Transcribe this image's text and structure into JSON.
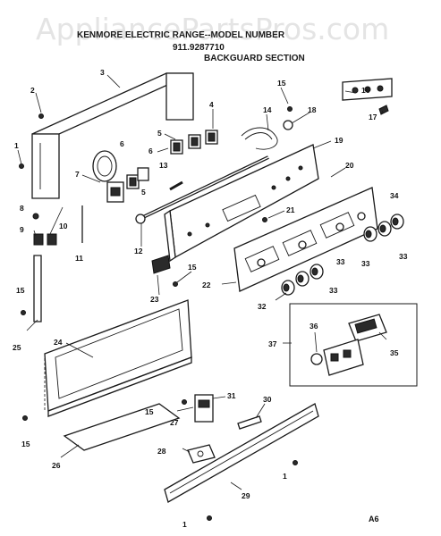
{
  "watermark": "AppliancePartsPros.com",
  "header": {
    "line1": "KENMORE ELECTRIC RANGE--MODEL NUMBER",
    "line2": "911.9287710",
    "line3": "BACKGUARD SECTION"
  },
  "callouts": {
    "c1a": "1",
    "c1b": "1",
    "c1c": "1",
    "c2": "2",
    "c3": "3",
    "c4": "4",
    "c5": "5",
    "c6a": "6",
    "c6b": "6",
    "c7": "7",
    "c8": "8",
    "c9": "9",
    "c10": "10",
    "c11": "11",
    "c12": "12",
    "c13": "13",
    "c14": "14",
    "c15a": "15",
    "c15b": "15",
    "c15c": "15",
    "c15d": "15",
    "c15e": "15",
    "c16": "16",
    "c17": "17",
    "c18": "18",
    "c19": "19",
    "c20": "20",
    "c21": "21",
    "c22": "22",
    "c23": "23",
    "c24": "24",
    "c25": "25",
    "c26": "26",
    "c27": "27",
    "c28": "28",
    "c29": "29",
    "c30": "30",
    "c31": "31",
    "c32": "32",
    "c33a": "33",
    "c33b": "33",
    "c33c": "33",
    "c33d": "33",
    "c34": "34",
    "c35": "35",
    "c36": "36",
    "c37": "37"
  },
  "corner_code": "A6"
}
